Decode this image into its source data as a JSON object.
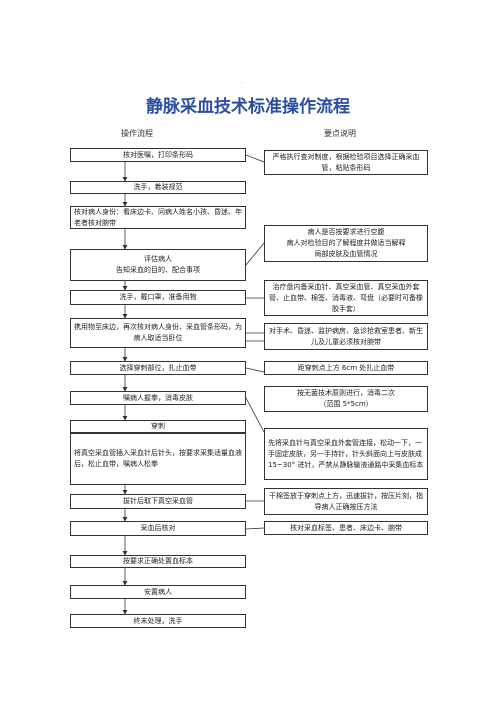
{
  "title": "静脉采血技术标准操作流程",
  "column_headers": {
    "left": "操作流程",
    "right": "要点说明"
  },
  "steps": [
    "核对医嘱，打印条形码",
    "洗手，着装规范",
    "核对病人身份：看床边卡、问病人姓名小孩、昏迷、年老者核对腕带",
    "评估病人\n告知采血的目的、配合事项",
    "洗手，戴口罩，准备用物",
    "携用物至床边，再次核对病人身份、采血管条形码，为病人取适当卧位",
    "选择穿刺部位，扎止血带",
    "嘱病人握拳，消毒皮肤",
    "穿刺",
    "将真空采血管插入采血针后针头，按要求采集适量血液后，松止血带，嘱病人松拳",
    "拔针后取下真空采血管",
    "采血后核对",
    "按要求正确处置血标本",
    "安置病人",
    "终末处理，洗手"
  ],
  "notes": [
    "严格执行查对制度，根据检验项目选择正确采血管，粘贴条形码",
    "病人是否按要求进行空腹\n病人对检验目的了解程度并做适当解释\n局部皮肤及血管情况",
    "治疗盘内备采血针、真空采血管、真空采血外套管、止血带、棉签、消毒液、弯盘（必要时可备橡胶手套）",
    "对手术、昏迷、监护病房、急诊抢救室患者、新生儿及儿童必须核对腕带",
    "距穿刺点上方 6cm 处扎止血带",
    "按无菌技术原则进行，消毒二次\n（范围 5*5cm）",
    "先将采血针与真空采血外套管连接，松动一下，一手固定皮肤，另一手持针，针头斜面向上与皮肤成 15~30° 进针，严禁从静脉输液通路中采集血标本",
    "干棉签放于穿刺点上方，迅速拔针，按压片刻，指导病人正确按压方法",
    "核对采血标签、患者、床边卡、腕带"
  ]
}
